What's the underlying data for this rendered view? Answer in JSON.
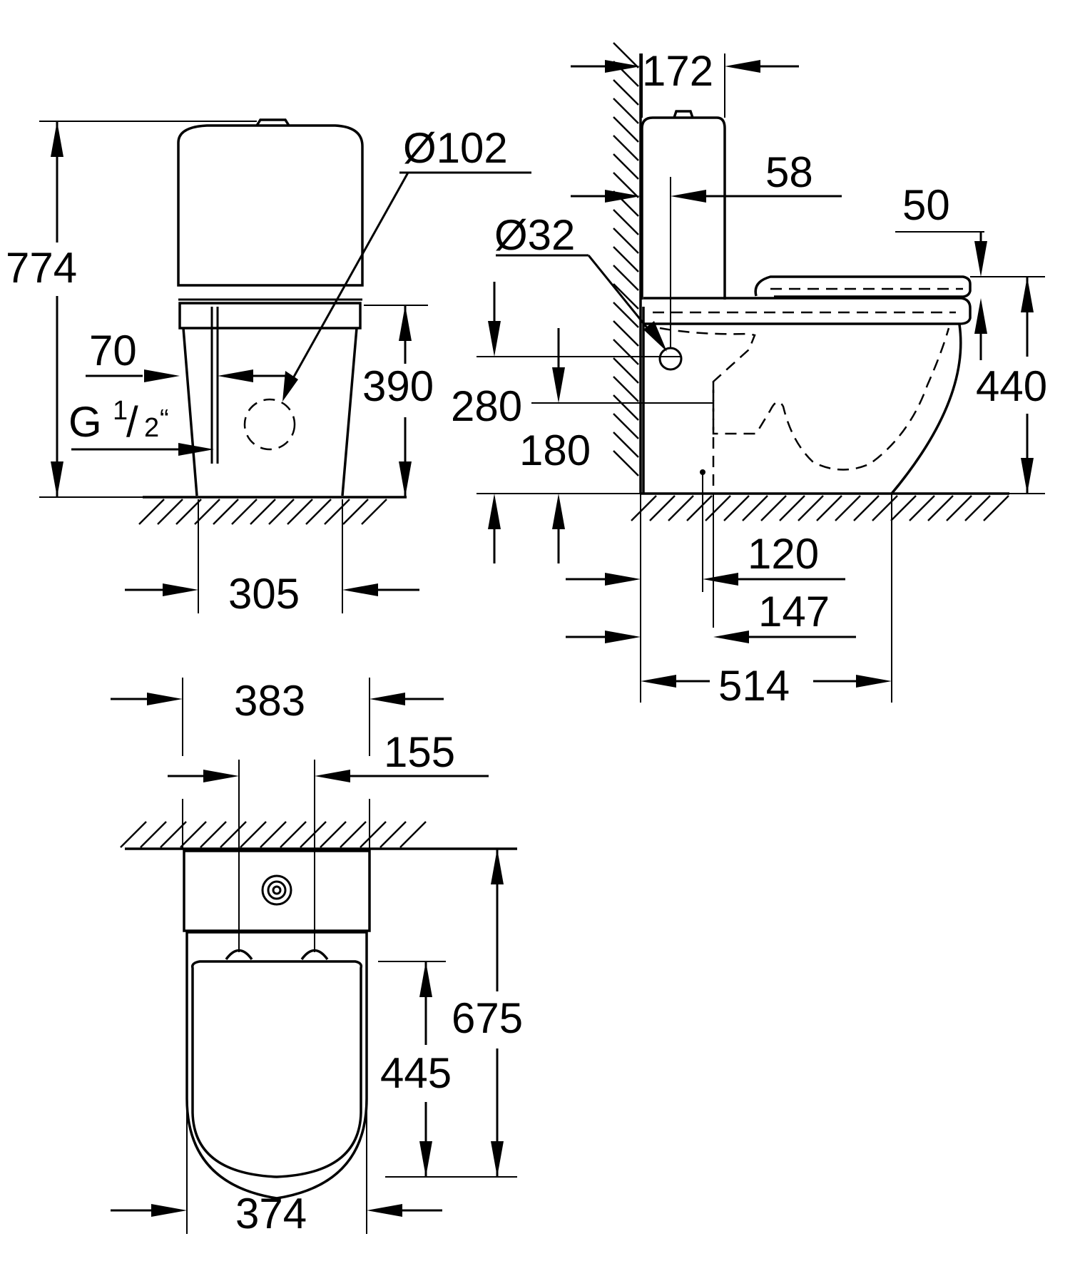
{
  "views": {
    "front": {
      "height_total": "774",
      "pipe_offset": "70",
      "inlet_thread": "G",
      "inlet_thread_numerator": "1",
      "inlet_thread_denominator": "2",
      "inlet_thread_suffix": "“",
      "outlet_diameter": "Ø102",
      "outlet_height": "390",
      "base_width": "305"
    },
    "side": {
      "cistern_depth": "172",
      "inlet_wall_distance": "58",
      "seat_thickness": "50",
      "inlet_diameter": "Ø32",
      "inlet_height": "280",
      "outlet_height": "180",
      "seat_height": "440",
      "outlet_center_from_wall": "120",
      "outlet_from_wall": "147",
      "total_depth": "514"
    },
    "top": {
      "cistern_width": "383",
      "hinge_spacing": "155",
      "total_length": "675",
      "seat_length": "445",
      "seat_width": "374"
    }
  }
}
